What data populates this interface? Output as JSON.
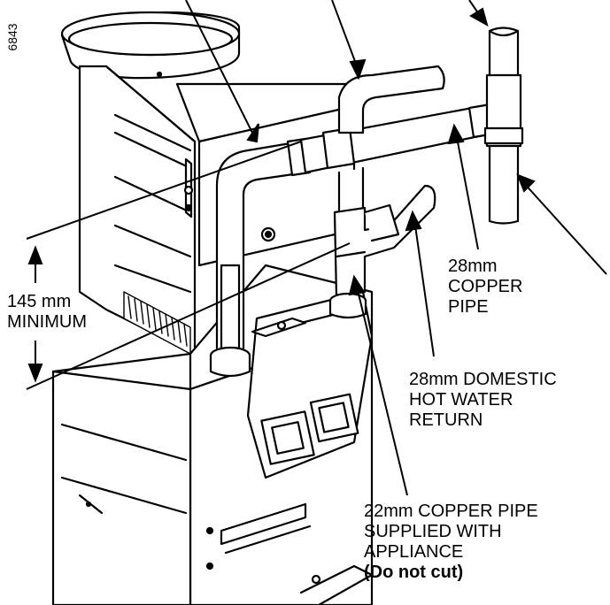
{
  "figure_number": "6843",
  "labels": {
    "minimum_height": [
      "145 mm",
      "MINIMUM"
    ],
    "copper_pipe_28": [
      "28mm",
      "COPPER",
      "PIPE"
    ],
    "domestic_return": [
      "28mm DOMESTIC",
      "HOT WATER",
      "RETURN"
    ],
    "copper_pipe_22": [
      "22mm COPPER PIPE",
      "SUPPLIED WITH",
      "APPLIANCE"
    ],
    "do_not_cut": "(Do not cut)"
  }
}
